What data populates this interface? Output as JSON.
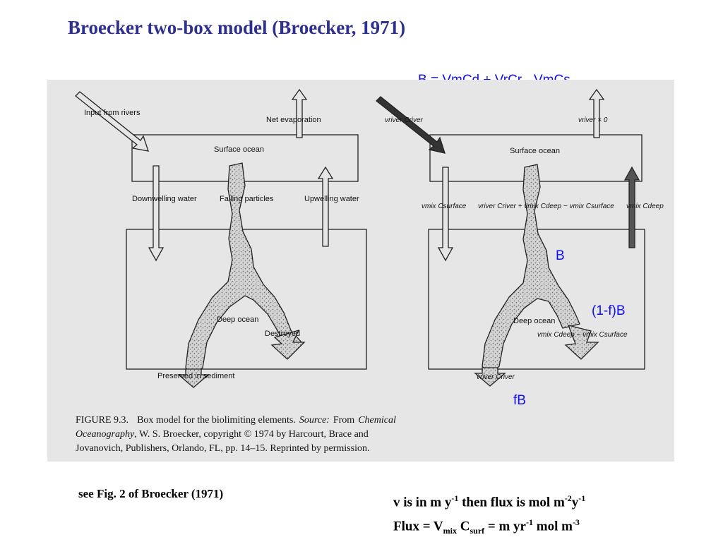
{
  "title": "Broecker two-box model (Broecker, 1971)",
  "equation_top": "B = VmCd + VrCr - VmCs",
  "overlay_labels": {
    "b": "B",
    "one_minus_f_b": "(1-f)B",
    "f_b": "fB"
  },
  "left_diagram": {
    "input_from_rivers": "Input from rivers",
    "net_evaporation": "Net evaporation",
    "surface_ocean": "Surface ocean",
    "downwelling_water": "Downwelling water",
    "falling_particles": "Falling particles",
    "upwelling_water": "Upwelling water",
    "deep_ocean": "Deep ocean",
    "destroyed": "Destroyed",
    "preserved_in_sediment": "Preserved in sediment"
  },
  "right_diagram": {
    "river_input": "vriver Criver",
    "river_evap": "vriver × 0",
    "surface_ocean": "Surface ocean",
    "down_flux": "vmix Csurface",
    "particle_flux": "vriver Criver + vmix Cdeep − vmix Csurface",
    "up_flux": "vmix Cdeep",
    "deep_ocean": "Deep ocean",
    "destroyed_flux": "vmix Cdeep − vmix Csurface",
    "sediment_flux": "vriver Criver"
  },
  "caption": {
    "line1_a": "FIGURE 9.3.",
    "line1_b": "Box model for the biolimiting elements.",
    "source_label": "Source:",
    "line1_c": "From",
    "line1_d": "Chemical",
    "line2_a": "Oceanography",
    "line2_b": ", W. S. Broecker, copyright © 1974 by Harcourt, Brace and",
    "line3": "Jovanovich, Publishers, Orlando, FL, pp. 14–15. Reprinted by permission."
  },
  "footer": {
    "left": "see Fig. 2 of Broecker (1971)",
    "right_line1": {
      "a": "v is in m y",
      "sup1": "-1",
      "b": " then flux is mol m",
      "sup2": "-2",
      "c": "y",
      "sup3": "-1"
    },
    "right_line2": {
      "a": "Flux = V",
      "sub1": "mix",
      "b": " C",
      "sub2": "surf",
      "c": " = m yr",
      "sup1": "-1",
      "d": " mol m",
      "sup2": "-3"
    }
  }
}
